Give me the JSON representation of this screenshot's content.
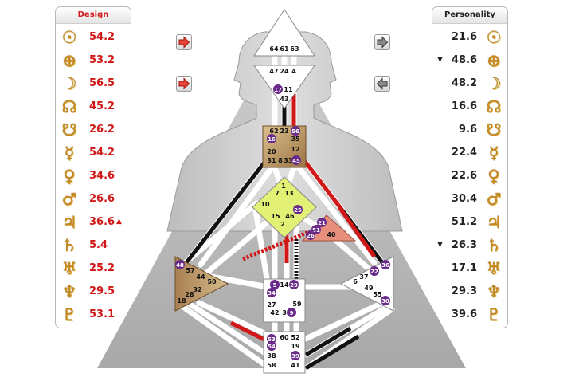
{
  "design": {
    "title": "Design",
    "rows": [
      {
        "icon": "sun-icon",
        "symbol": "☉",
        "value": "54.2",
        "marker": ""
      },
      {
        "icon": "earth-icon",
        "symbol": "⊕",
        "value": "53.2",
        "marker": ""
      },
      {
        "icon": "moon-icon",
        "symbol": "☽",
        "value": "56.5",
        "marker": ""
      },
      {
        "icon": "north-node-icon",
        "symbol": "☊",
        "value": "45.2",
        "marker": ""
      },
      {
        "icon": "south-node-icon",
        "symbol": "☋",
        "value": "26.2",
        "marker": ""
      },
      {
        "icon": "mercury-icon",
        "symbol": "☿",
        "value": "54.2",
        "marker": ""
      },
      {
        "icon": "venus-icon",
        "symbol": "♀",
        "value": "34.6",
        "marker": ""
      },
      {
        "icon": "mars-icon",
        "symbol": "♂",
        "value": "26.6",
        "marker": ""
      },
      {
        "icon": "jupiter-icon",
        "symbol": "♃",
        "value": "36.6",
        "marker": "▲"
      },
      {
        "icon": "saturn-icon",
        "symbol": "♄",
        "value": "5.4",
        "marker": ""
      },
      {
        "icon": "uranus-icon",
        "symbol": "♅",
        "value": "25.2",
        "marker": ""
      },
      {
        "icon": "neptune-icon",
        "symbol": "♆",
        "value": "29.5",
        "marker": ""
      },
      {
        "icon": "pluto-icon",
        "symbol": "♇",
        "value": "53.1",
        "marker": ""
      }
    ]
  },
  "personality": {
    "title": "Personality",
    "rows": [
      {
        "icon": "sun-icon",
        "symbol": "☉",
        "value": "21.6",
        "marker": ""
      },
      {
        "icon": "earth-icon",
        "symbol": "⊕",
        "value": "48.6",
        "marker": "▼"
      },
      {
        "icon": "moon-icon",
        "symbol": "☽",
        "value": "48.2",
        "marker": ""
      },
      {
        "icon": "north-node-icon",
        "symbol": "☊",
        "value": "16.6",
        "marker": ""
      },
      {
        "icon": "south-node-icon",
        "symbol": "☋",
        "value": "9.6",
        "marker": ""
      },
      {
        "icon": "mercury-icon",
        "symbol": "☿",
        "value": "22.4",
        "marker": ""
      },
      {
        "icon": "venus-icon",
        "symbol": "♀",
        "value": "22.6",
        "marker": ""
      },
      {
        "icon": "mars-icon",
        "symbol": "♂",
        "value": "30.4",
        "marker": ""
      },
      {
        "icon": "jupiter-icon",
        "symbol": "♃",
        "value": "51.2",
        "marker": ""
      },
      {
        "icon": "saturn-icon",
        "symbol": "♄",
        "value": "26.3",
        "marker": "▼"
      },
      {
        "icon": "uranus-icon",
        "symbol": "♅",
        "value": "17.1",
        "marker": ""
      },
      {
        "icon": "neptune-icon",
        "symbol": "♆",
        "value": "29.3",
        "marker": ""
      },
      {
        "icon": "pluto-icon",
        "symbol": "♇",
        "value": "39.6",
        "marker": ""
      }
    ]
  },
  "nav": {
    "design_buttons": [
      {
        "icon": "red-arrow-right-icon"
      },
      {
        "icon": "red-arrow-right-icon"
      }
    ],
    "personality_buttons": [
      {
        "icon": "gray-arrow-right-icon"
      },
      {
        "icon": "gray-arrow-left-icon"
      }
    ]
  },
  "colors": {
    "design_red": "#d01818",
    "personality_black": "#111111",
    "head_center": "#ffffff",
    "ajna_center": "#ffffff",
    "throat_center": "#c8a06a",
    "g_center": "#e2f075",
    "heart_center": "#e8907e",
    "spleen_center": "#c8a06a",
    "sacral_center": "#ffffff",
    "solar_plexus_center": "#ffffff",
    "root_center": "#ffffff",
    "circle_purple": "#6a2a8a"
  },
  "centers": {
    "head": {
      "gates": [
        "64",
        "61",
        "63"
      ]
    },
    "ajna": {
      "gates": [
        "47",
        "24",
        "4",
        "17",
        "11",
        "43"
      ]
    },
    "throat": {
      "gates": [
        "62",
        "23",
        "56",
        "16",
        "35",
        "20",
        "12",
        "31",
        "8",
        "33",
        "45"
      ]
    },
    "g": {
      "gates": [
        "1",
        "7",
        "13",
        "10",
        "25",
        "15",
        "46",
        "2"
      ]
    },
    "heart": {
      "gates": [
        "21",
        "51",
        "26",
        "40"
      ]
    },
    "spleen": {
      "gates": [
        "48",
        "57",
        "44",
        "50",
        "32",
        "28",
        "18"
      ]
    },
    "sacral": {
      "gates": [
        "5",
        "14",
        "29",
        "34",
        "27",
        "59",
        "42",
        "3",
        "9"
      ]
    },
    "solar_plexus": {
      "gates": [
        "36",
        "22",
        "6",
        "37",
        "49",
        "55",
        "30"
      ]
    },
    "root": {
      "gates": [
        "53",
        "60",
        "52",
        "54",
        "19",
        "38",
        "39",
        "58",
        "41"
      ]
    }
  }
}
